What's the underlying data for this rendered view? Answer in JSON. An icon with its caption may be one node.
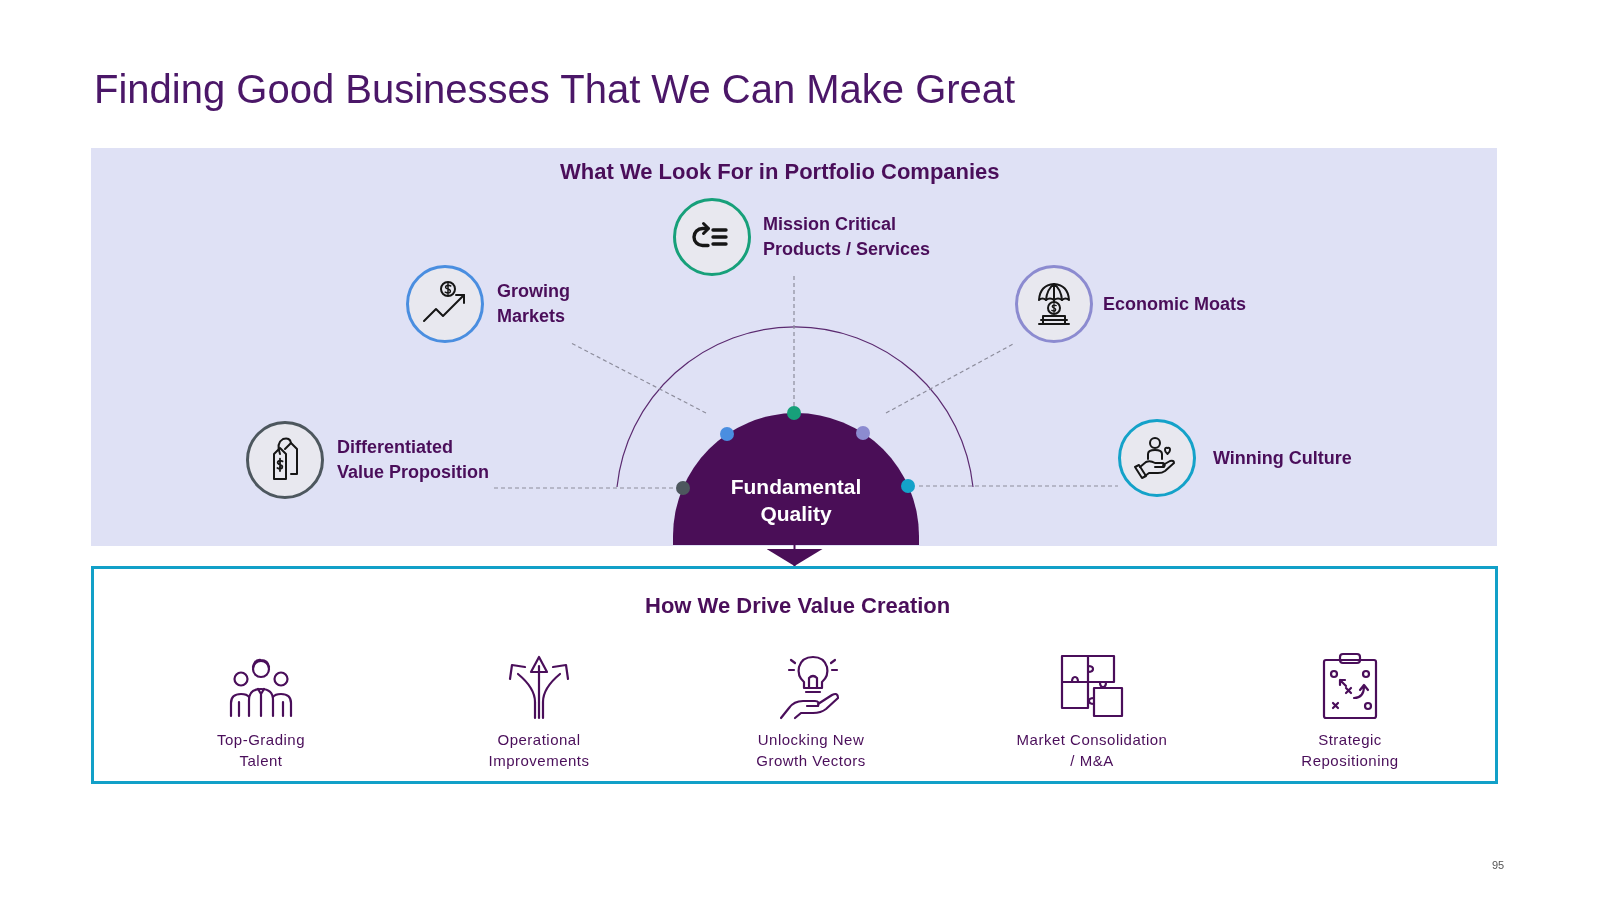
{
  "diagram": {
    "title": "Finding Good Businesses That We Can Make Great",
    "nodes": [
      {
        "text": [
          "What We Look For in Portfolio Companies"
        ]
      },
      {
        "text": [
          "Mission Critical Products / Services"
        ],
        "in": 0
      },
      {
        "text": [
          "Growing Markets"
        ],
        "in": 0
      },
      {
        "text": [
          "Economic Moats"
        ],
        "in": 0
      },
      {
        "text": [
          "Differentiated Value Proposition"
        ],
        "in": 0
      },
      {
        "text": [
          "Winning Culture"
        ],
        "in": 0
      },
      {
        "text": [
          "Fundamental Quality"
        ],
        "in": 0
      },
      {
        "text": [
          "How We Drive Value Creation"
        ]
      },
      {
        "text": [
          "Top-Grading Talent"
        ],
        "in": 7
      },
      {
        "text": [
          "Operational Improvements"
        ],
        "in": 7
      },
      {
        "text": [
          "Unlocking New Growth Vectors"
        ],
        "in": 7
      },
      {
        "text": [
          "Market Consolidation / M&A"
        ],
        "in": 7
      },
      {
        "text": [
          "Strategic Repositioning"
        ],
        "in": 7
      }
    ],
    "edges": [
      {
        "from": 6,
        "to": 1,
        "arrow": "none",
        "style": "dashed"
      },
      {
        "from": 6,
        "to": 2,
        "arrow": "none",
        "style": "dashed"
      },
      {
        "from": 6,
        "to": 3,
        "arrow": "none",
        "style": "dashed"
      },
      {
        "from": 6,
        "to": 4,
        "arrow": "none",
        "style": "dashed"
      },
      {
        "from": 6,
        "to": 5,
        "arrow": "none",
        "style": "dashed"
      },
      {
        "from": 6,
        "to": 7,
        "arrow": "to",
        "color": "#4a0e57"
      }
    ],
    "labels": [
      "95"
    ]
  }
}
